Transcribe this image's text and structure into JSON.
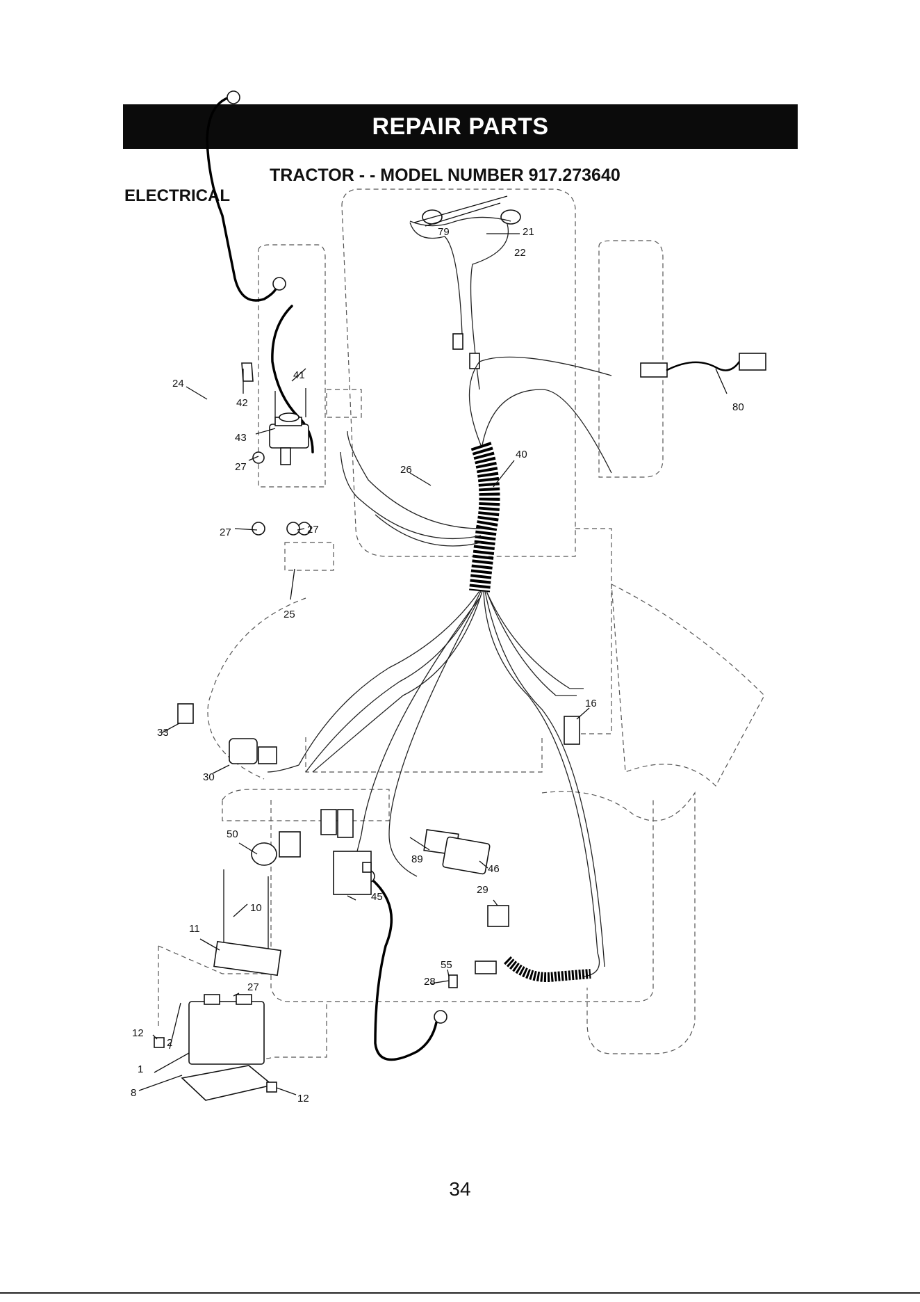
{
  "header": {
    "banner": "REPAIR PARTS"
  },
  "title": "TRACTOR - - MODEL NUMBER 917.273640",
  "section": "ELECTRICAL",
  "page_number": "34",
  "callouts": {
    "c22": "22",
    "c79": "79",
    "c21": "21",
    "c41": "41",
    "c42": "42",
    "c24": "24",
    "c80": "80",
    "c43": "43",
    "c40": "40",
    "c27a": "27",
    "c26": "26",
    "c27b": "27",
    "c27c": "27",
    "c25": "25",
    "c16": "16",
    "c33": "33",
    "c30": "30",
    "c50": "50",
    "c89": "89",
    "c46": "46",
    "c10": "10",
    "c45": "45",
    "c29": "29",
    "c11": "11",
    "c55": "55",
    "c28": "28",
    "c27d": "27",
    "c12a": "12",
    "c2": "2",
    "c1": "1",
    "c8": "8",
    "c12b": "12"
  }
}
